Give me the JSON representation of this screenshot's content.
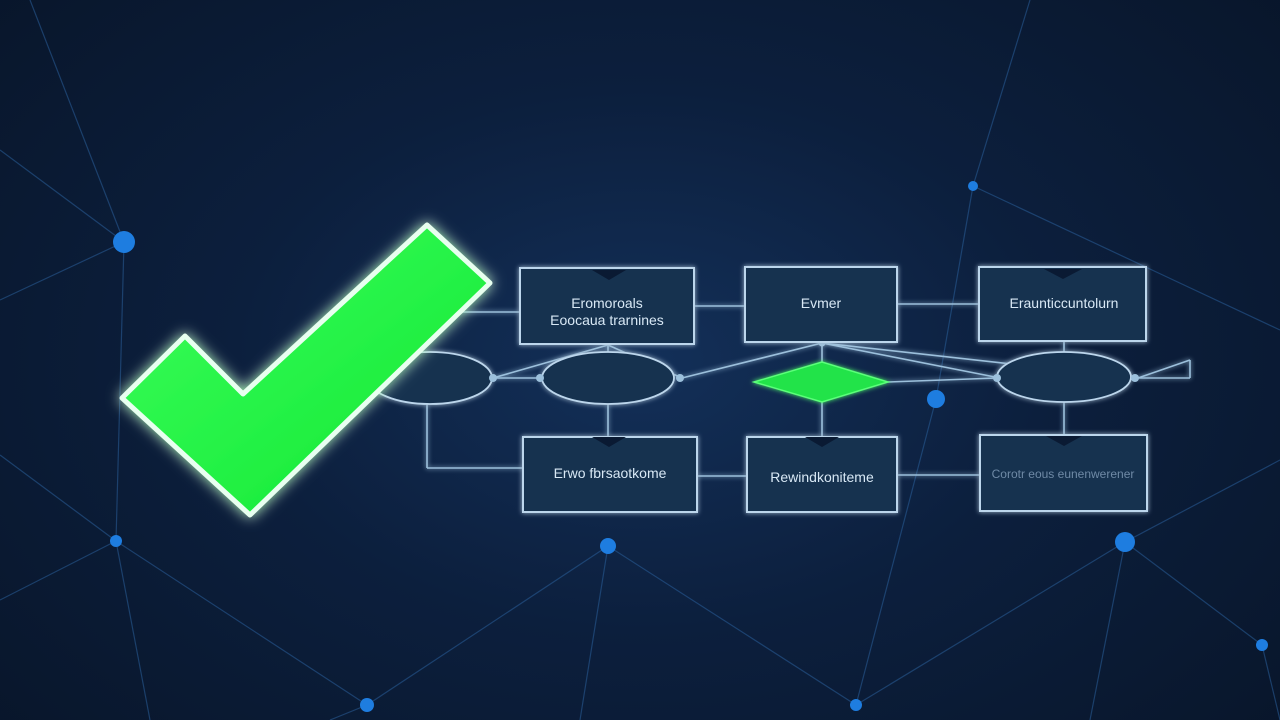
{
  "diagram": {
    "nodes": [
      {
        "id": "box-top-left",
        "lines": [
          "Eromoroals",
          "Eoocaua trarnines"
        ]
      },
      {
        "id": "box-top-mid",
        "lines": [
          "Evmer"
        ]
      },
      {
        "id": "box-top-right",
        "lines": [
          "Eraunticcuntolurn"
        ]
      },
      {
        "id": "box-bot-left",
        "lines": [
          "Erwo fbrsaotkome"
        ]
      },
      {
        "id": "box-bot-mid",
        "lines": [
          "Rewindkoniteme"
        ]
      },
      {
        "id": "box-bot-right",
        "lines": [
          "Corotr eous eunenwerener"
        ]
      }
    ],
    "decision_color": "#22e34a"
  },
  "checkmark": {
    "icon": "checkmark-icon",
    "color": "#1aff3c"
  },
  "colors": {
    "background": "#0c1f3d",
    "box_stroke": "#bcd6ec",
    "box_fill": "#16304f",
    "connector": "#9cc0dc",
    "network_line": "#2d6aa8",
    "network_node": "#1e7de0"
  }
}
